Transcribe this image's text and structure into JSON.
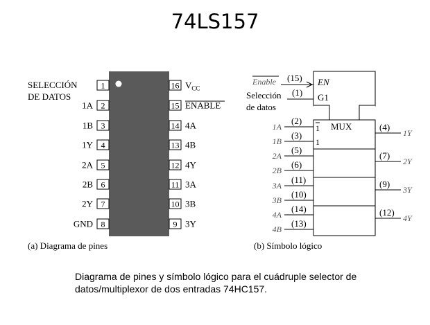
{
  "title": "74LS157",
  "pin_diagram": {
    "select_label_line1": "SELECCIÓN",
    "select_label_line2": "DE DATOS",
    "left_pins": [
      {
        "num": "1",
        "label": ""
      },
      {
        "num": "2",
        "label": "1A"
      },
      {
        "num": "3",
        "label": "1B"
      },
      {
        "num": "4",
        "label": "1Y"
      },
      {
        "num": "5",
        "label": "2A"
      },
      {
        "num": "6",
        "label": "2B"
      },
      {
        "num": "7",
        "label": "2Y"
      },
      {
        "num": "8",
        "label": "GND"
      }
    ],
    "right_pins": [
      {
        "num": "16",
        "label": "V",
        "sub": "CC"
      },
      {
        "num": "15",
        "label": "ENABLE"
      },
      {
        "num": "14",
        "label": "4A"
      },
      {
        "num": "13",
        "label": "4B"
      },
      {
        "num": "12",
        "label": "4Y"
      },
      {
        "num": "11",
        "label": "3A"
      },
      {
        "num": "10",
        "label": "3B"
      },
      {
        "num": "9",
        "label": "3Y"
      }
    ],
    "caption": "(a)  Diagrama de pines"
  },
  "logic_symbol": {
    "enable_label": "Enable",
    "enable_pin": "(15)",
    "select_label_line1": "Selección",
    "select_label_line2": "de datos",
    "select_pin": "(1)",
    "en_text": "EN",
    "g1_text": "G1",
    "mux_text": "MUX",
    "input_one_1": "1",
    "input_one_2": "1",
    "inputs": [
      {
        "label": "1A",
        "pin": "(2)"
      },
      {
        "label": "1B",
        "pin": "(3)"
      },
      {
        "label": "2A",
        "pin": "(5)"
      },
      {
        "label": "2B",
        "pin": "(6)"
      },
      {
        "label": "3A",
        "pin": "(11)"
      },
      {
        "label": "3B",
        "pin": "(10)"
      },
      {
        "label": "4A",
        "pin": "(14)"
      },
      {
        "label": "4B",
        "pin": "(13)"
      }
    ],
    "outputs": [
      {
        "label": "1Y",
        "pin": "(4)"
      },
      {
        "label": "2Y",
        "pin": "(7)"
      },
      {
        "label": "3Y",
        "pin": "(9)"
      },
      {
        "label": "4Y",
        "pin": "(12)"
      }
    ],
    "caption": "(b)  Símbolo lógico"
  },
  "caption_line1": "Diagrama de pines y símbolo lógico para el cuádruple selector de",
  "caption_line2": "datos/multiplexor de dos entradas 74HC157."
}
